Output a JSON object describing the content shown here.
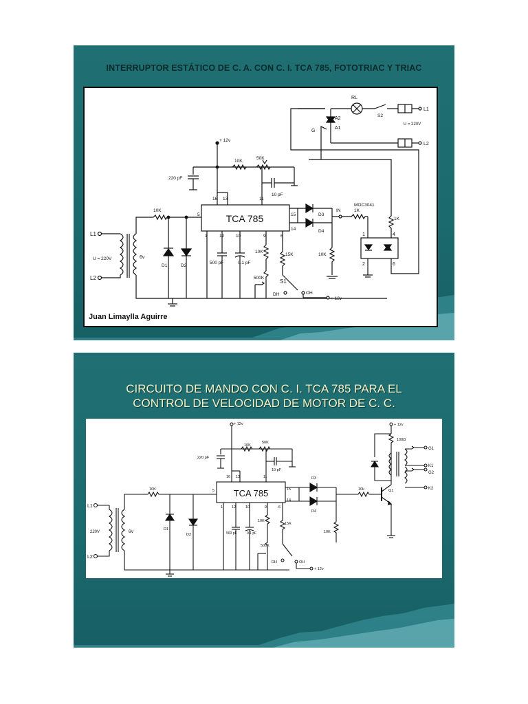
{
  "slide1": {
    "title": "INTERRUPTOR ESTÁTICO DE C. A. CON C. I. TCA 785, FOTOTRIAC Y TRIAC",
    "author": "Juan Limaylla Aguirre",
    "ic_label": "TCA 785",
    "labels": {
      "vcc": "+ 12v",
      "r10k_top": "10K",
      "pot50k": "50K",
      "cap220": "220 pF",
      "cap10": "10 pF",
      "pin16": "16",
      "pin13": "13",
      "pin11": "11",
      "pin5": "5",
      "pin15": "15",
      "pin14": "14",
      "pin1": "1",
      "pin12": "12",
      "pin10": "10",
      "pin9": "9",
      "pin6": "6",
      "r10k_in": "10K",
      "l1": "L1",
      "l2": "L2",
      "u220": "U = 220V",
      "v6": "6v",
      "d1": "D1",
      "d2": "D2",
      "c500": "500 pF",
      "c01": "0.1 pF",
      "r10k_9": "10K",
      "pot500k": "500K",
      "r15k": "15K",
      "s1": "S1",
      "dh": "DH",
      "oh": "OH",
      "vcc2": "+ 12v",
      "d3": "D3",
      "d4": "D4",
      "in": "IN",
      "r1k": "1K",
      "moc": "MOC3041",
      "r1k_b": "1K",
      "r10k_out": "10K",
      "moc1": "1",
      "moc2": "2",
      "moc4": "4",
      "moc6": "6",
      "rl": "RL",
      "s2": "S2",
      "a2": "A2",
      "a1": "A1",
      "g": "G",
      "L1": "L1",
      "L2": "L2",
      "u220b": "U = 220V"
    }
  },
  "slide2": {
    "title_line1": "CIRCUITO DE MANDO CON C. I. TCA 785  PARA EL",
    "title_line2": "CONTROL DE VELOCIDAD DE MOTOR DE C. C.",
    "ic_label": "TCA 785",
    "labels": {
      "vcc": "+ 12v",
      "r10k_top": "10K",
      "pot50k": "50K",
      "cap220": "220 pF",
      "cap10": "10 pF",
      "pin16": "16",
      "pin13": "13",
      "pin11": "11",
      "pin5": "5",
      "pin15": "15",
      "pin14": "14",
      "pin1": "1",
      "pin12": "12",
      "pin10": "10",
      "pin9": "9",
      "pin6": "6",
      "r10k_in": "10K",
      "l1": "L1",
      "l2": "L2",
      "v220": "220V",
      "v6": "6V",
      "d1": "D1",
      "d2": "D2",
      "c500": "500 pF",
      "c01": "0.1 pF",
      "r10k_9": "10K",
      "pot500k": "500K",
      "r15k": "15K",
      "dh": "DH",
      "oh": "OH",
      "vcc2": "+ 12v",
      "d3": "D3",
      "d4": "D4",
      "r10k_out": "10K",
      "r10k_b": "10k",
      "q1": "Q1",
      "vcc3": "+ 12v",
      "r100": "100Ω",
      "g1": "G1",
      "k1": "K1",
      "g2": "G2",
      "k2": "K2"
    }
  }
}
